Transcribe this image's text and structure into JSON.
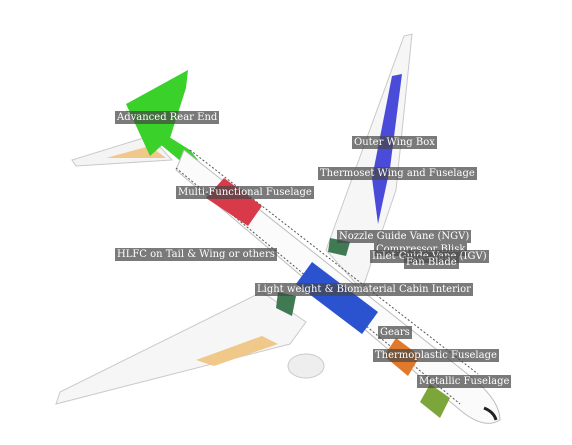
{
  "colors": {
    "rear_end": "#3ad12a",
    "outer_wing_box": "#4b4bd9",
    "multi_functional_fuselage": "#d83a4a",
    "cabin_interior": "#2b53d0",
    "hlfc_surface": "#f0c88a",
    "thermoplastic_fuselage": "#e07a2a",
    "metallic_fuselage": "#7da63a",
    "engine_parts": "#3f7a52"
  },
  "labels": {
    "advanced_rear_end": "Advanced Rear End",
    "outer_wing_box": "Outer Wing Box",
    "thermoset_wing_fuselage": "Thermoset Wing and Fuselage",
    "multi_functional_fuselage": "Multi-Functional Fuselage",
    "nozzle_guide_vane": "Nozzle Guide Vane (NGV)",
    "compressor_blisk": "Compressor Blisk",
    "inlet_guide_vane": "Inlet Guide Vane (IGV)",
    "fan_blade": "Fan Blade",
    "hlfc": "HLFC on Tail & Wing or others",
    "cabin_interior": "Light weight & Biomaterial Cabin Interior",
    "gears": "Gears",
    "thermoplastic_fuselage": "Thermoplastic Fuselage",
    "metallic_fuselage": "Metallic Fuselage"
  }
}
